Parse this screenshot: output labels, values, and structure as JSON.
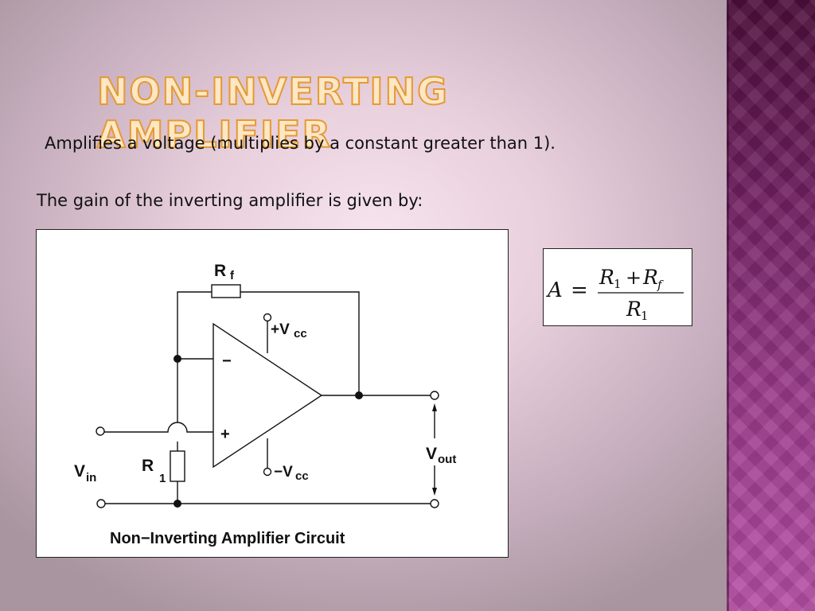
{
  "slide": {
    "title": "NON-INVERTING AMPLIFIER",
    "line1": "Amplifies a voltage (multiplies by a constant greater than 1).",
    "line2": "The gain of the inverting amplifier is given by:"
  },
  "diagram": {
    "caption": "Non−Inverting Amplifier Circuit",
    "rf_label": "R",
    "rf_sub": "f",
    "r1_label": "R",
    "r1_sub": "1",
    "vin_label": "V",
    "vin_sub": "in",
    "vout_label": "V",
    "vout_sub": "out",
    "vcc_pos_label": "+V",
    "vcc_neg_label": "−V",
    "vcc_sub": "cc",
    "minus_symbol": "−",
    "plus_symbol": "+"
  },
  "formula": {
    "lhs": "A",
    "equals": "=",
    "num_r1": "R",
    "num_r1_sub": "1",
    "num_plus": "+",
    "num_rf": "R",
    "num_rf_sub": "f",
    "den_r1": "R",
    "den_r1_sub": "1"
  },
  "colors": {
    "title_fill": "#fde7c4",
    "title_stroke": "#e59a33",
    "side_band": "#8a2f7a"
  }
}
